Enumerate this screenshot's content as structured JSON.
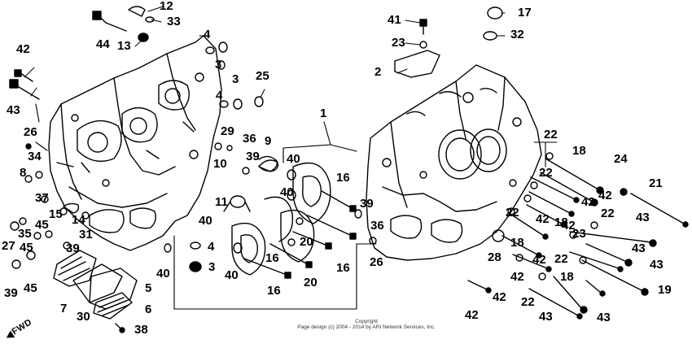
{
  "callouts": [
    "1",
    "2",
    "3",
    "3",
    "3",
    "4",
    "4",
    "4",
    "5",
    "6",
    "7",
    "8",
    "9",
    "10",
    "11",
    "12",
    "13",
    "14",
    "15",
    "16",
    "16",
    "16",
    "16",
    "17",
    "18",
    "18",
    "18",
    "18",
    "19",
    "20",
    "20",
    "21",
    "22",
    "22",
    "22",
    "22",
    "22",
    "22",
    "23",
    "23",
    "24",
    "25",
    "26",
    "26",
    "27",
    "28",
    "29",
    "30",
    "31",
    "32",
    "33",
    "34",
    "35",
    "36",
    "36",
    "37",
    "38",
    "39",
    "39",
    "39",
    "39",
    "40",
    "40",
    "40",
    "40",
    "40",
    "41",
    "42",
    "42",
    "42",
    "42",
    "42",
    "42",
    "42",
    "42",
    "42",
    "43",
    "43",
    "43",
    "43",
    "43",
    "43",
    "44",
    "45",
    "45",
    "45"
  ],
  "fwd_label": "FWD",
  "copyright": {
    "line1": "Copyright",
    "line2": "Page design (c) 2004 - 2014 by ARI Network Services, Inc."
  }
}
